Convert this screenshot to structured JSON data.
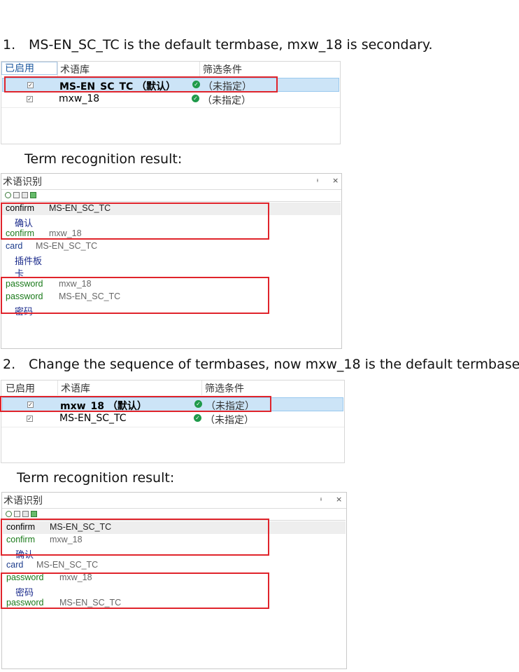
{
  "section1": {
    "number": "1.",
    "text": "MS-EN_SC_TC is the default termbase, mxw_18 is secondary.",
    "table": {
      "headers": {
        "enabled": "已启用",
        "termbase": "术语库",
        "filter": "筛选条件"
      },
      "rows": [
        {
          "checked": "✓",
          "name": "MS-EN_SC_TC （默认）",
          "filter": "（未指定）",
          "selected": true
        },
        {
          "checked": "✓",
          "name": "mxw_18",
          "filter": "（未指定）",
          "selected": false
        }
      ]
    },
    "result_label": "Term recognition result:",
    "panel": {
      "title": "术语识别",
      "pin": "ᵼ",
      "close": "×",
      "lines": [
        {
          "source": "confirm",
          "termbase": "MS-EN_SC_TC"
        },
        {
          "target": "确认"
        },
        {
          "source": "confirm",
          "termbase": "mxw_18"
        },
        {
          "source": "card",
          "termbase": "MS-EN_SC_TC"
        },
        {
          "target": "插件板"
        },
        {
          "target": "卡"
        },
        {
          "source": "password",
          "termbase": "mxw_18"
        },
        {
          "source": "password",
          "termbase": "MS-EN_SC_TC"
        },
        {
          "target": "密码"
        }
      ]
    }
  },
  "section2": {
    "number": "2.",
    "text": "Change the sequence of termbases, now mxw_18 is the default termbase:",
    "table": {
      "headers": {
        "enabled": "已启用",
        "termbase": "术语库",
        "filter": "筛选条件"
      },
      "rows": [
        {
          "checked": "✓",
          "name": "mxw_18 （默认）",
          "filter": "（未指定）",
          "selected": true
        },
        {
          "checked": "✓",
          "name": "MS-EN_SC_TC",
          "filter": "（未指定）",
          "selected": false
        }
      ]
    },
    "result_label": "Term recognition result:",
    "panel": {
      "title": "术语识别",
      "pin": "ᵼ",
      "close": "×",
      "lines": [
        {
          "source": "confirm",
          "termbase": "MS-EN_SC_TC"
        },
        {
          "source": "confirm",
          "termbase": "mxw_18"
        },
        {
          "target": "确认"
        },
        {
          "source": "card",
          "termbase": "MS-EN_SC_TC"
        },
        {
          "source": "password",
          "termbase": "mxw_18"
        },
        {
          "target": "密码"
        },
        {
          "source": "password",
          "termbase": "MS-EN_SC_TC"
        }
      ]
    }
  },
  "colors": {
    "highlight_box": "#e0242b",
    "selected_row": "#cce4f7",
    "source_term_green": "#1a7a1a",
    "source_term_blue": "#1c3c8c",
    "target_term": "#1c2c8c",
    "check_ok": "#1f9a4a"
  },
  "icons": [
    "checkbox-icon",
    "ok-check-icon",
    "pin-icon",
    "close-icon",
    "toolbar-icons"
  ]
}
